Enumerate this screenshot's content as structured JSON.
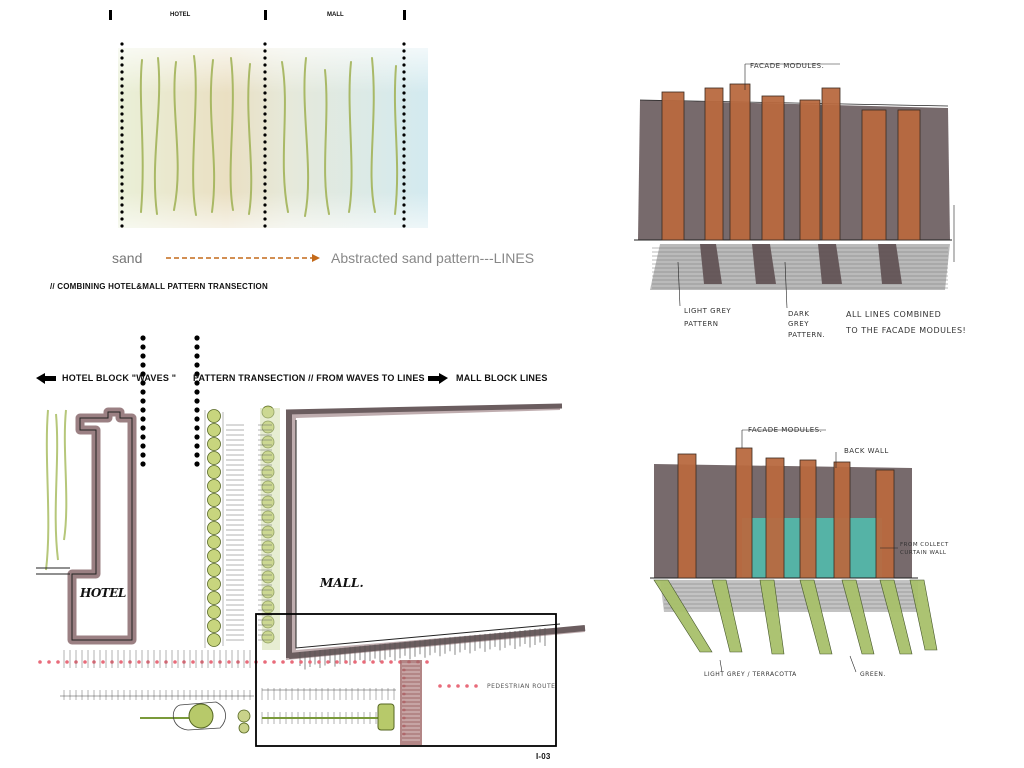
{
  "panel_top": {
    "col_left_label": "HOTEL",
    "col_right_label": "MALL",
    "sand_word": "sand",
    "abstract_word": "Abstracted sand pattern---LINES",
    "caption": "// COMBINING HOTEL&MALL PATTERN TRANSECTION"
  },
  "plan": {
    "left_arrow_label": "HOTEL BLOCK \"WAVES \"",
    "middle_label": "PATTERN TRANSECTION // FROM WAVES TO LINES",
    "right_arrow_label": "MALL BLOCK LINES",
    "hotel_text": "HOTEL",
    "mall_text": "MALL.",
    "pedestrian_text": "PEDESTRIAN ROUTE",
    "sheet_number": "I-03"
  },
  "sketch_top": {
    "facade_label": "FACADE MODULES.",
    "light_label_1": "LIGHT GREY",
    "light_label_2": "PATTERN",
    "dark_label_1": "DARK",
    "dark_label_2": "GREY",
    "dark_label_3": "PATTERN.",
    "note_1": "ALL LINES COMBINED",
    "note_2": "TO THE FACADE MODULES!"
  },
  "sketch_bottom": {
    "facade_label": "FACADE MODULES.",
    "back_wall_label": "BACK WALL",
    "curtain_label_1": "FROM COLLECT",
    "curtain_label_2": "CURTAIN WALL",
    "light_label": "LIGHT GREY / TERRACOTTA",
    "green_label": "GREEN."
  },
  "colors": {
    "terracotta": "#b8693f",
    "dark_grey": "#6b5d5f",
    "light_grey": "#a9a9a9",
    "plan_brown": "#8a6a6d",
    "green": "#a8c06a",
    "teal": "#4fbfb0",
    "orange_arrow": "#c46a1a",
    "pink_dot": "#e86b7a"
  }
}
